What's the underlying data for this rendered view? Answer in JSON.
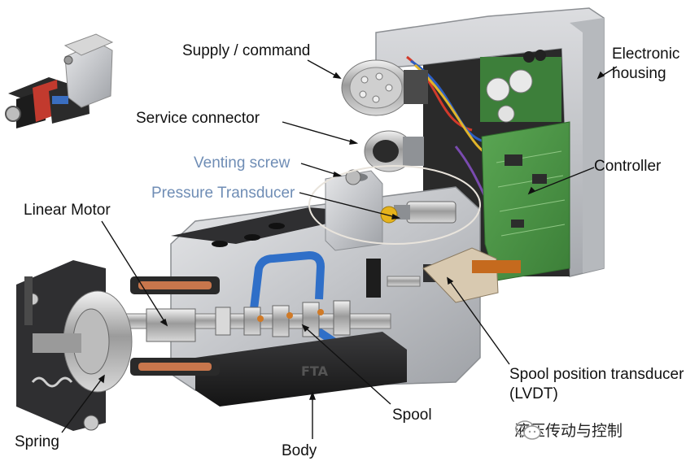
{
  "labels": {
    "supply_command": "Supply / command",
    "electronic_housing_1": "Electronic",
    "electronic_housing_2": "housing",
    "service_connector": "Service connector",
    "venting_screw": "Venting screw",
    "pressure_transducer": "Pressure Transducer",
    "controller": "Controller",
    "linear_motor": "Linear Motor",
    "spool_position_transducer_1": "Spool position transducer",
    "spool_position_transducer_2": "(LVDT)",
    "spool": "Spool",
    "spring": "Spring",
    "body": "Body"
  },
  "watermark": {
    "text": "液压传动与控制",
    "icon": "wechat-icon"
  },
  "colors": {
    "label_text": "#111111",
    "label_highlight": "#6f8db5",
    "leader_line": "#111111",
    "pcb_green": "#4f9a4a",
    "copper_coil": "#c8764c",
    "blue_channel": "#2f6fc8"
  }
}
